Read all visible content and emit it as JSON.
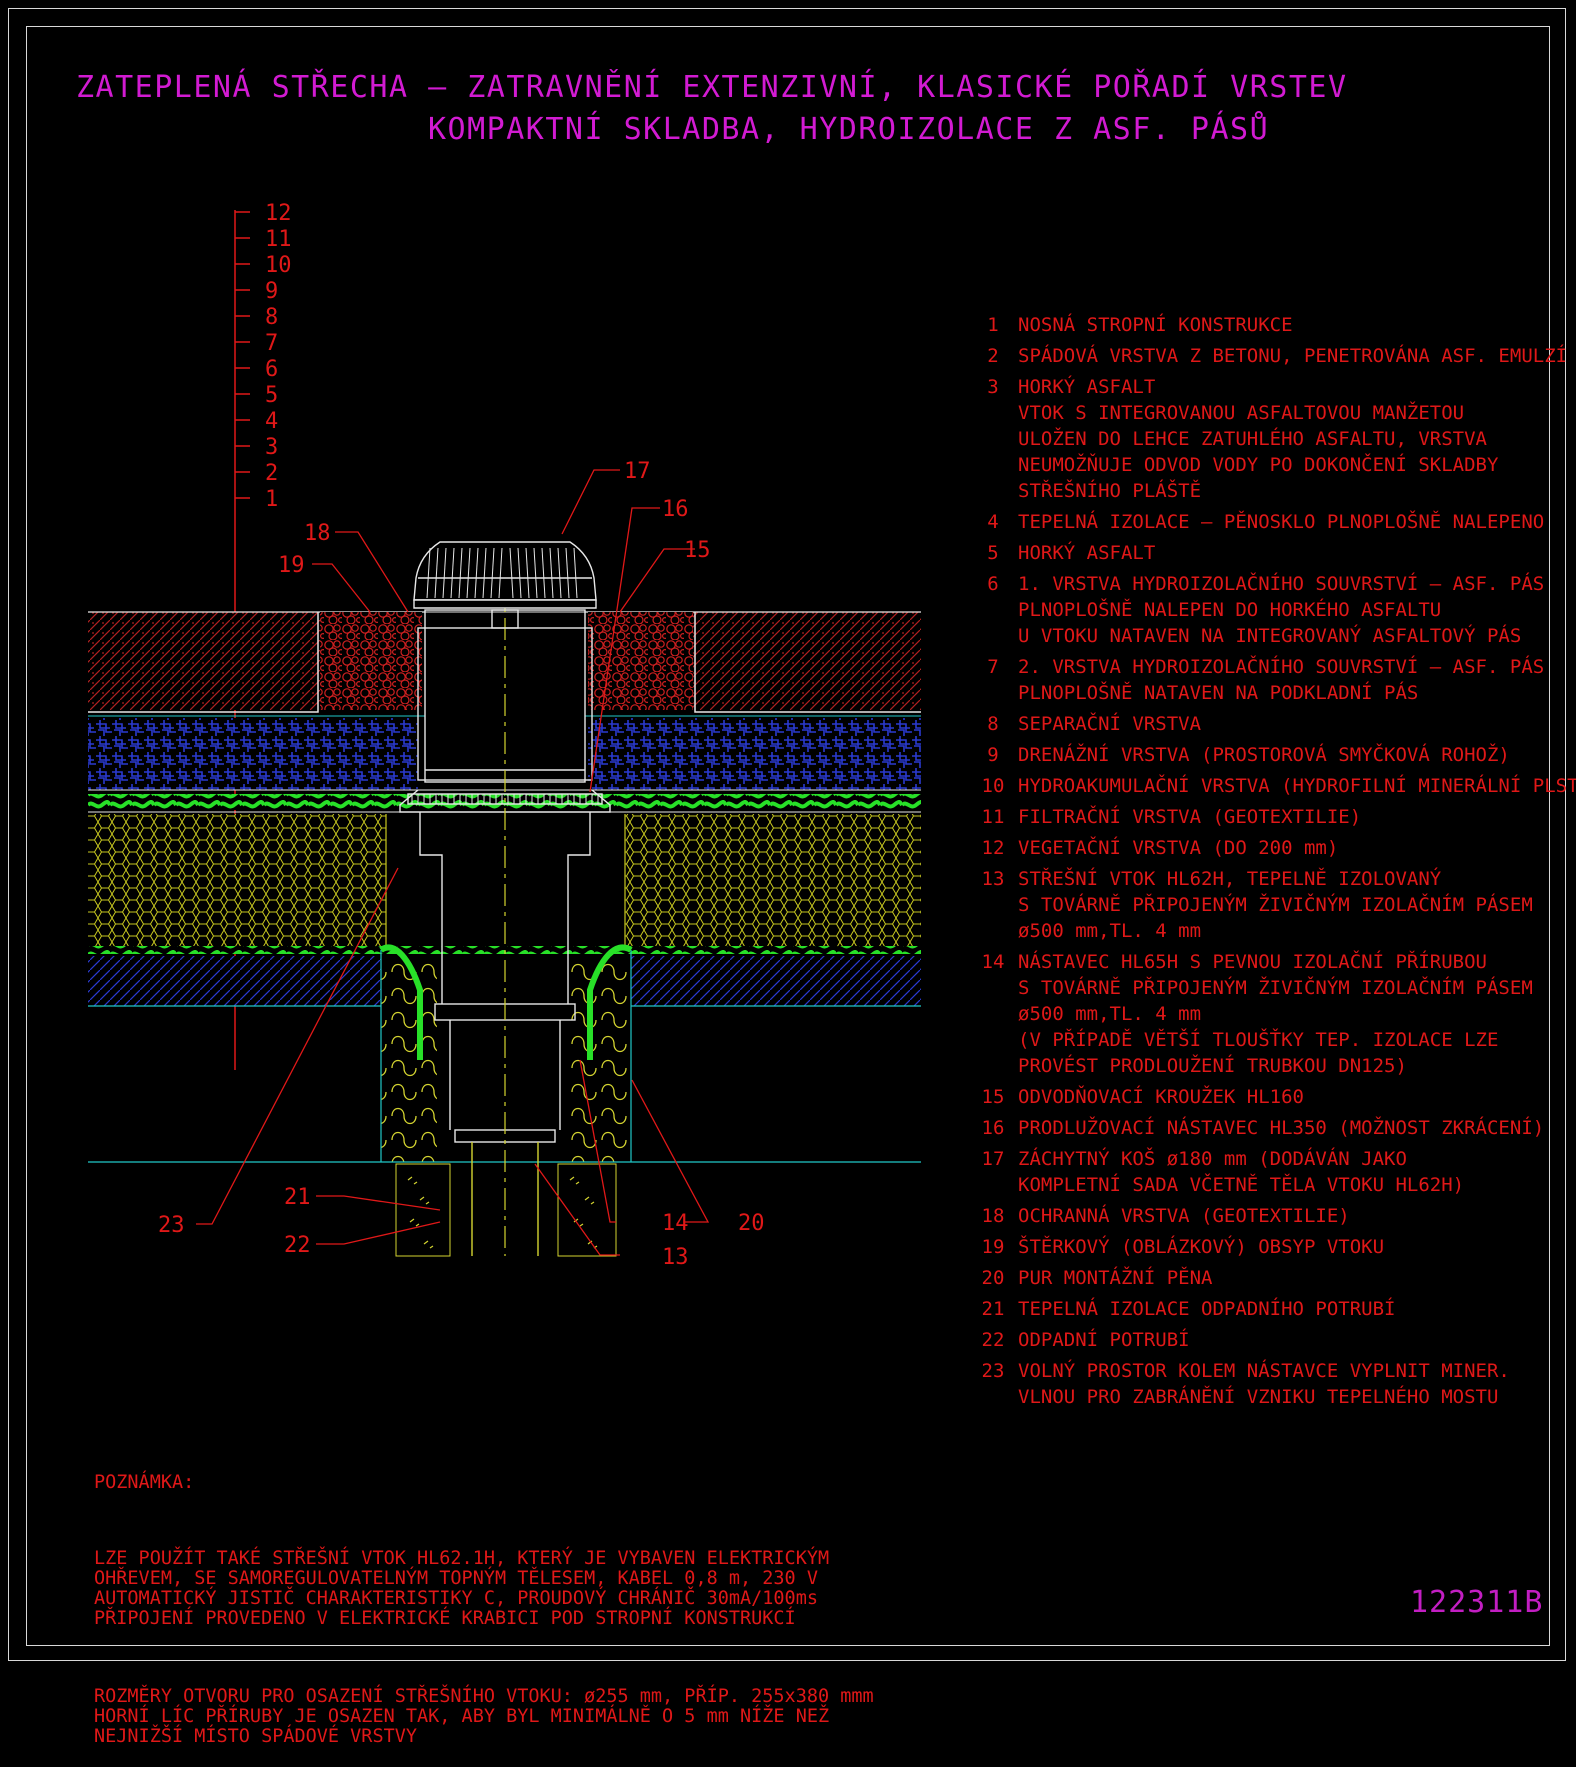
{
  "title": {
    "line1": "ZATEPLENÁ STŘECHA – ZATRAVNĚNÍ EXTENZIVNÍ, KLASICKÉ POŘADÍ VRSTEV",
    "line2": "KOMPAKTNÍ SKLADBA, HYDROIZOLACE Z ASF. PÁSŮ"
  },
  "scale_labels": [
    "12",
    "11",
    "10",
    "9",
    "8",
    "7",
    "6",
    "5",
    "4",
    "3",
    "2",
    "1"
  ],
  "callouts": {
    "c13": "13",
    "c14": "14",
    "c15": "15",
    "c16": "16",
    "c17": "17",
    "c18": "18",
    "c19": "19",
    "c20": "20",
    "c21": "21",
    "c22": "22",
    "c23": "23"
  },
  "legend": [
    {
      "num": "1",
      "text": "NOSNÁ STROPNÍ KONSTRUKCE"
    },
    {
      "num": "2",
      "text": "SPÁDOVÁ VRSTVA Z BETONU, PENETROVÁNA ASF. EMULZÍ"
    },
    {
      "num": "3",
      "text": "HORKÝ ASFALT\nVTOK S INTEGROVANOU ASFALTOVOU MANŽETOU\nULOŽEN DO LEHCE ZATUHLÉHO ASFALTU, VRSTVA\nNEUMOŽŇUJE ODVOD VODY PO DOKONČENÍ SKLADBY\nSTŘEŠNÍHO PLÁŠTĚ"
    },
    {
      "num": "4",
      "text": "TEPELNÁ IZOLACE – PĚNOSKLO PLNOPLOŠNĚ NALEPENO"
    },
    {
      "num": "5",
      "text": "HORKÝ ASFALT"
    },
    {
      "num": "6",
      "text": "1. VRSTVA HYDROIZOLAČNÍHO SOUVRSTVÍ – ASF. PÁS\nPLNOPLOŠNĚ NALEPEN DO HORKÉHO ASFALTU\nU VTOKU NATAVEN NA INTEGROVANÝ ASFALTOVÝ PÁS"
    },
    {
      "num": "7",
      "text": "2. VRSTVA HYDROIZOLAČNÍHO SOUVRSTVÍ – ASF. PÁS\nPLNOPLOŠNĚ NATAVEN NA PODKLADNÍ PÁS"
    },
    {
      "num": "8",
      "text": "SEPARAČNÍ VRSTVA"
    },
    {
      "num": "9",
      "text": "DRENÁŽNÍ VRSTVA (PROSTOROVÁ SMYČKOVÁ ROHOŽ)"
    },
    {
      "num": "10",
      "text": "HYDROAKUMULAČNÍ VRSTVA (HYDROFILNÍ MINERÁLNÍ PLST)"
    },
    {
      "num": "11",
      "text": "FILTRAČNÍ VRSTVA (GEOTEXTILIE)"
    },
    {
      "num": "12",
      "text": "VEGETAČNÍ VRSTVA (DO 200 mm)"
    },
    {
      "num": "13",
      "text": "STŘEŠNÍ VTOK HL62H, TEPELNĚ IZOLOVANÝ\nS TOVÁRNĚ PŘIPOJENÝM ŽIVIČNÝM IZOLAČNÍM PÁSEM\nø500 mm,TL. 4 mm"
    },
    {
      "num": "14",
      "text": "NÁSTAVEC HL65H S PEVNOU IZOLAČNÍ PŘÍRUBOU\nS TOVÁRNĚ PŘIPOJENÝM ŽIVIČNÝM IZOLAČNÍM PÁSEM\nø500 mm,TL. 4 mm\n(V PŘÍPADĚ VĚTŠÍ TLOUŠŤKY TEP. IZOLACE LZE\nPROVÉST PRODLOUŽENÍ TRUBKOU DN125)"
    },
    {
      "num": "15",
      "text": "ODVODŇOVACÍ KROUŽEK HL160"
    },
    {
      "num": "16",
      "text": "PRODLUŽOVACÍ NÁSTAVEC HL350 (MOŽNOST ZKRÁCENÍ)"
    },
    {
      "num": "17",
      "text": "ZÁCHYTNÝ KOŠ ø180 mm (DODÁVÁN JAKO\nKOMPLETNÍ SADA VČETNĚ TĚLA VTOKU HL62H)"
    },
    {
      "num": "18",
      "text": "OCHRANNÁ VRSTVA (GEOTEXTILIE)"
    },
    {
      "num": "19",
      "text": "ŠTĚRKOVÝ (OBLÁZKOVÝ) OBSYP VTOKU"
    },
    {
      "num": "20",
      "text": "PUR MONTÁŽNÍ PĚNA"
    },
    {
      "num": "21",
      "text": "TEPELNÁ IZOLACE ODPADNÍHO POTRUBÍ"
    },
    {
      "num": "22",
      "text": "ODPADNÍ POTRUBÍ"
    },
    {
      "num": "23",
      "text": "VOLNÝ PROSTOR KOLEM NÁSTAVCE VYPLNIT MINER.\nVLNOU PRO ZABRÁNĚNÍ VZNIKU TEPELNÉHO MOSTU"
    }
  ],
  "note": {
    "heading": "POZNÁMKA:",
    "para1": "LZE POUŽÍT TAKÉ STŘEŠNÍ VTOK HL62.1H, KTERÝ JE VYBAVEN ELEKTRICKÝM\nOHŘEVEM, SE SAMOREGULOVATELNÝM TOPNÝM TĚLESEM, KABEL 0,8 m, 230 V\nAUTOMATICKÝ JISTIČ CHARAKTERISTIKY C, PROUDOVÝ CHRÁNIČ 30mA/100ms\nPŘIPOJENÍ PROVEDENO V ELEKTRICKÉ KRABICI POD STROPNÍ KONSTRUKCÍ",
    "para2": "ROZMĚRY OTVORU PRO OSAZENÍ STŘEŠNÍHO VTOKU: ø255 mm, PŘÍP. 255x380 mmm\nHORNÍ LÍC PŘÍRUBY JE OSAZEN TAK, ABY BYL MINIMÁLNĚ O 5 mm NÍŽE NEŽ\nNEJNIŽŠÍ MÍSTO SPÁDOVÉ VRSTVY"
  },
  "drawing_code": "122311B",
  "colors": {
    "background": "#000000",
    "frame": "#d8d8d8",
    "title": "#d21bd2",
    "text": "#e01818",
    "vegetation": "#b22020",
    "gravel": "#c82020",
    "drainage": "#1a2ab0",
    "green": "#28e028",
    "foamglass": "#c8c820",
    "concrete": "#2030b0",
    "cyan": "#20c8c8",
    "wool": "#d4d430",
    "white": "#e8e8e8"
  }
}
